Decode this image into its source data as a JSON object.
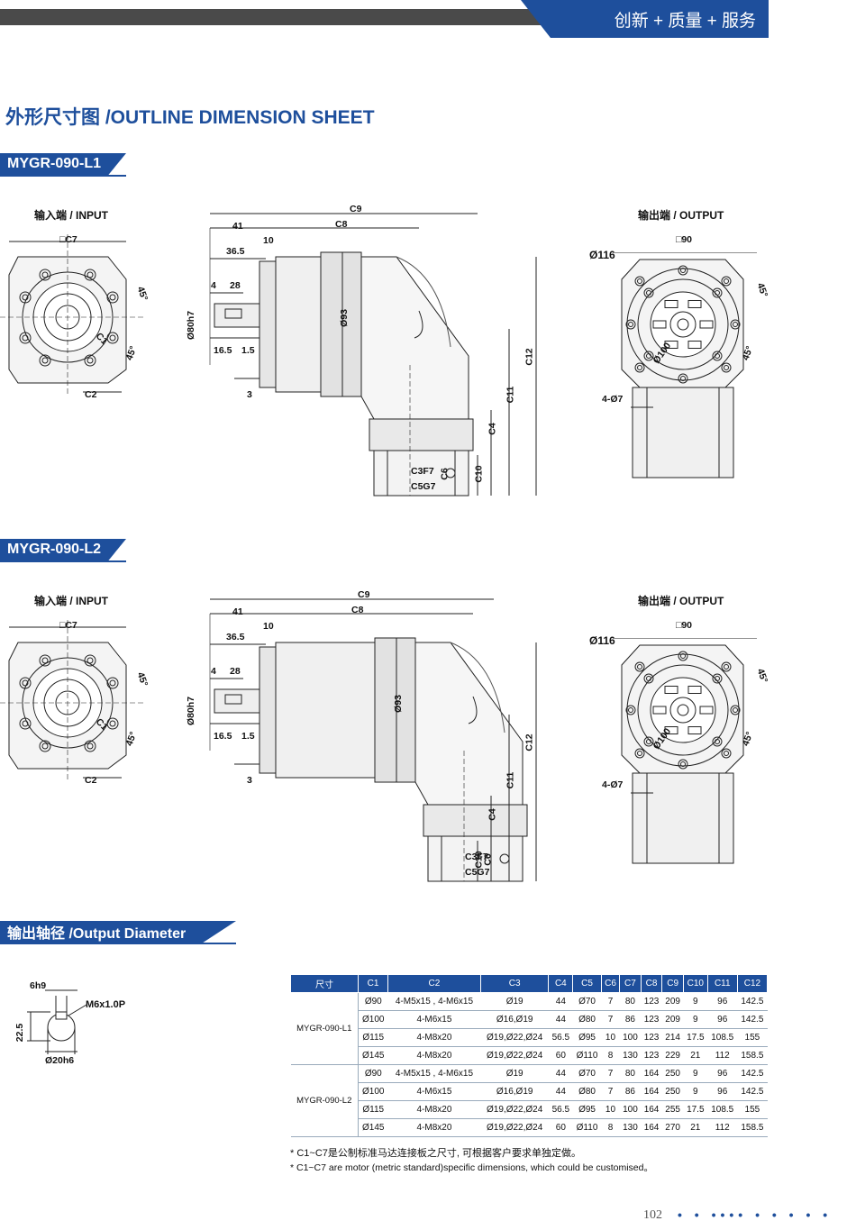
{
  "header": {
    "tagline": "创新 + 质量 + 服务"
  },
  "page_title": "外形尺寸图 /OUTLINE DIMENSION SHEET",
  "sections": [
    {
      "model": "MYGR-090-L1",
      "input_label": "输入端 / INPUT",
      "output_label": "输出端 / OUTPUT",
      "input_dims": {
        "square": "□C7",
        "angle1": "45°",
        "angle2": "45°",
        "c1": "C1",
        "c2": "C2"
      },
      "side_dims": {
        "c9": "C9",
        "c8": "C8",
        "d41": "41",
        "d10": "10",
        "d365": "36.5",
        "d4": "4",
        "d28": "28",
        "dia80": "Ø80h7",
        "dia93": "Ø93",
        "d165": "16.5",
        "d15": "1.5",
        "d3": "3",
        "c12": "C12",
        "c11": "C11",
        "c4": "C4",
        "c6": "C6",
        "c10": "C10",
        "c3": "C3F7",
        "c5": "C5G7"
      },
      "output_dims": {
        "square": "□90",
        "dia116": "Ø116",
        "angle1": "45°",
        "angle2": "45°",
        "dia100": "Ø100",
        "holes": "4-Ø7"
      }
    },
    {
      "model": "MYGR-090-L2",
      "input_label": "输入端 / INPUT",
      "output_label": "输出端 / OUTPUT",
      "input_dims": {
        "square": "□C7",
        "angle1": "45°",
        "angle2": "45°",
        "c1": "C1",
        "c2": "C2"
      },
      "side_dims": {
        "c9": "C9",
        "c8": "C8",
        "d41": "41",
        "d10": "10",
        "d365": "36.5",
        "d4": "4",
        "d28": "28",
        "dia80": "Ø80h7",
        "dia93": "Ø93",
        "d165": "16.5",
        "d15": "1.5",
        "d3": "3",
        "c12": "C12",
        "c11": "C11",
        "c4": "C4",
        "c6": "C6",
        "c10": "C10",
        "c3": "C3F7",
        "c5": "C5G7"
      },
      "output_dims": {
        "square": "□90",
        "dia116": "Ø116",
        "angle1": "45°",
        "angle2": "45°",
        "dia100": "Ø100",
        "holes": "4-Ø7"
      }
    }
  ],
  "output_diameter": {
    "title": "输出轴径 /Output Diameter",
    "dims": {
      "key": "6h9",
      "thread": "M6x1.0P",
      "height": "22.5",
      "dia": "Ø20h6"
    }
  },
  "table": {
    "headers": [
      "尺寸",
      "C1",
      "C2",
      "C3",
      "C4",
      "C5",
      "C6",
      "C7",
      "C8",
      "C9",
      "C10",
      "C11",
      "C12"
    ],
    "groups": [
      {
        "model": "MYGR-090-L1",
        "rows": [
          [
            "Ø90",
            "4-M5x15 , 4-M6x15",
            "Ø19",
            "44",
            "Ø70",
            "7",
            "80",
            "123",
            "209",
            "9",
            "96",
            "142.5"
          ],
          [
            "Ø100",
            "4-M6x15",
            "Ø16,Ø19",
            "44",
            "Ø80",
            "7",
            "86",
            "123",
            "209",
            "9",
            "96",
            "142.5"
          ],
          [
            "Ø115",
            "4-M8x20",
            "Ø19,Ø22,Ø24",
            "56.5",
            "Ø95",
            "10",
            "100",
            "123",
            "214",
            "17.5",
            "108.5",
            "155"
          ],
          [
            "Ø145",
            "4-M8x20",
            "Ø19,Ø22,Ø24",
            "60",
            "Ø110",
            "8",
            "130",
            "123",
            "229",
            "21",
            "112",
            "158.5"
          ]
        ]
      },
      {
        "model": "MYGR-090-L2",
        "rows": [
          [
            "Ø90",
            "4-M5x15 , 4-M6x15",
            "Ø19",
            "44",
            "Ø70",
            "7",
            "80",
            "164",
            "250",
            "9",
            "96",
            "142.5"
          ],
          [
            "Ø100",
            "4-M6x15",
            "Ø16,Ø19",
            "44",
            "Ø80",
            "7",
            "86",
            "164",
            "250",
            "9",
            "96",
            "142.5"
          ],
          [
            "Ø115",
            "4-M8x20",
            "Ø19,Ø22,Ø24",
            "56.5",
            "Ø95",
            "10",
            "100",
            "164",
            "255",
            "17.5",
            "108.5",
            "155"
          ],
          [
            "Ø145",
            "4-M8x20",
            "Ø19,Ø22,Ø24",
            "60",
            "Ø110",
            "8",
            "130",
            "164",
            "270",
            "21",
            "112",
            "158.5"
          ]
        ]
      }
    ]
  },
  "notes": [
    "* C1~C7是公制标准马达连接板之尺寸, 可根据客户要求单独定做。",
    "* C1~C7 are motor (metric standard)specific dimensions, which could be customised。"
  ],
  "footer": {
    "page_number": "102",
    "dots": "• • •••• • • • • •"
  }
}
